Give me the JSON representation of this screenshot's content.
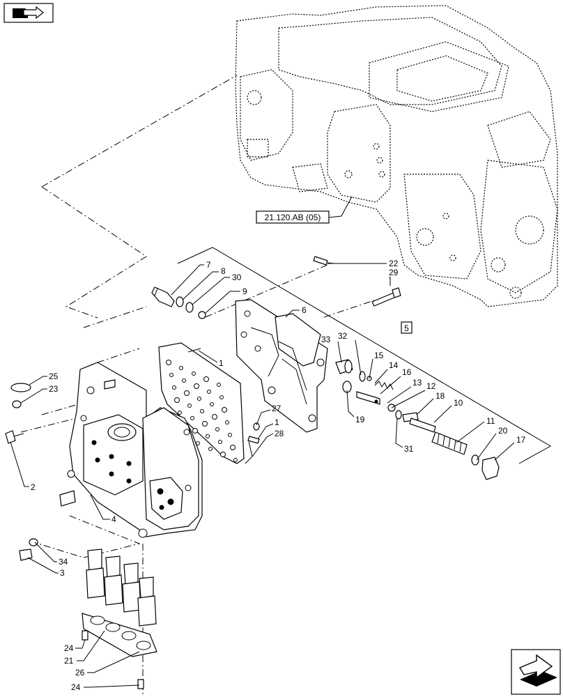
{
  "nav": {
    "top_left_icon": "book-arrow-icon",
    "bottom_right_icon": "next-page-arrow-icon"
  },
  "reference": {
    "housing_ref": "21.120.AB (05)",
    "assembly_ref": "5"
  },
  "callouts": [
    {
      "id": "c7",
      "text": "7"
    },
    {
      "id": "c8",
      "text": "8"
    },
    {
      "id": "c30",
      "text": "30"
    },
    {
      "id": "c9",
      "text": "9"
    },
    {
      "id": "c22",
      "text": "22"
    },
    {
      "id": "c29",
      "text": "29"
    },
    {
      "id": "c6",
      "text": "6"
    },
    {
      "id": "c1a",
      "text": "1"
    },
    {
      "id": "c33",
      "text": "33"
    },
    {
      "id": "c32",
      "text": "32"
    },
    {
      "id": "c15",
      "text": "15"
    },
    {
      "id": "c14",
      "text": "14"
    },
    {
      "id": "c16",
      "text": "16"
    },
    {
      "id": "c13",
      "text": "13"
    },
    {
      "id": "c12",
      "text": "12"
    },
    {
      "id": "c18",
      "text": "18"
    },
    {
      "id": "c10",
      "text": "10"
    },
    {
      "id": "c19",
      "text": "19"
    },
    {
      "id": "c31",
      "text": "31"
    },
    {
      "id": "c11",
      "text": "11"
    },
    {
      "id": "c20",
      "text": "20"
    },
    {
      "id": "c17",
      "text": "17"
    },
    {
      "id": "c27",
      "text": "27"
    },
    {
      "id": "c1b",
      "text": "1"
    },
    {
      "id": "c28",
      "text": "28"
    },
    {
      "id": "c25",
      "text": "25"
    },
    {
      "id": "c23",
      "text": "23"
    },
    {
      "id": "c2",
      "text": "2"
    },
    {
      "id": "c4",
      "text": "4"
    },
    {
      "id": "c34",
      "text": "34"
    },
    {
      "id": "c3",
      "text": "3"
    },
    {
      "id": "c24a",
      "text": "24"
    },
    {
      "id": "c21",
      "text": "21"
    },
    {
      "id": "c26",
      "text": "26"
    },
    {
      "id": "c24b",
      "text": "24"
    }
  ]
}
